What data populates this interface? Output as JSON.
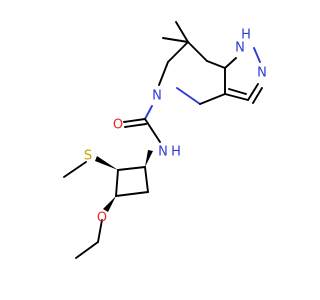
{
  "molecule": {
    "atoms": {
      "nh_pyrazole": {
        "text": "N",
        "h": "H",
        "color": "#2f3ad6"
      },
      "n_pyrazole": {
        "text": "N",
        "color": "#2f3ad6"
      },
      "n_azepine": {
        "text": "N",
        "color": "#2f3ad6"
      },
      "o_carbonyl": {
        "text": "O",
        "color": "#e8281e"
      },
      "nh_amide": {
        "text": "N",
        "h": "H",
        "color": "#2f3ad6"
      },
      "s_thioether": {
        "text": "S",
        "color": "#c7a100"
      },
      "o_ether": {
        "text": "O",
        "color": "#e8281e"
      }
    }
  }
}
